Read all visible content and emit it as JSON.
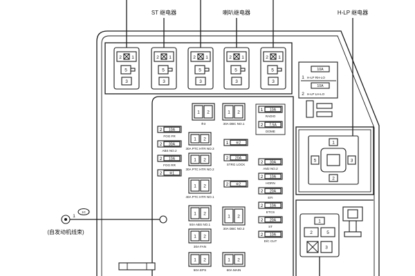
{
  "callouts": {
    "st_relay": "ST 继电器",
    "horn_relay": "喇叭继电器",
    "hlp_relay": "H-LP 继电器",
    "engine_harness": "(自发动机线束)",
    "connector_code": "1C",
    "connector_pin": "1"
  },
  "top_relays": [
    {
      "pins": [
        "2",
        "1",
        "5",
        "3"
      ]
    },
    {
      "pins": [
        "2",
        "1",
        "5",
        "3"
      ]
    },
    {
      "pins": [
        "2",
        "1",
        "5",
        "3"
      ]
    },
    {
      "pins": [
        "2",
        "1",
        "5",
        "3"
      ]
    },
    {
      "pins": [
        "2",
        "1",
        "5",
        "3"
      ]
    }
  ],
  "hlp_fuses": [
    {
      "rating": "10A",
      "pin": "1",
      "name": "H-LP RH-LO"
    },
    {
      "rating": "10A",
      "pin": "2",
      "name": "H-LP LH-LO"
    }
  ],
  "hlp_relay_pins": [
    "1",
    "5",
    "3",
    "2"
  ],
  "lower_relay_pins": [
    "1",
    "2",
    "5",
    "3"
  ],
  "mini_fuses": [
    {
      "pin": "1",
      "rating": "10A",
      "name": "RADIO"
    },
    {
      "pin": "2",
      "rating": "7.5A",
      "name": "DOME"
    },
    {
      "pin": "2",
      "rating": "10A",
      "name": "FOG FR"
    },
    {
      "pin": "2",
      "rating": "30A",
      "name": "ABS NO.2"
    },
    {
      "pin": "2",
      "rating": "10A",
      "name": "FOG RR"
    },
    {
      "pin": "2",
      "rating": "※1"
    },
    {
      "pin": "1",
      "rating": "※2"
    },
    {
      "pin": "2",
      "rating": "20A",
      "name": "STRG LOCK"
    },
    {
      "pin": "2",
      "rating": "※2"
    },
    {
      "pin": "2",
      "rating": "30A",
      "name": "AM2 NO.2"
    },
    {
      "pin": "2",
      "rating": "10A",
      "name": "HORN"
    },
    {
      "pin": "2",
      "rating": "20A",
      "name": "EFI"
    },
    {
      "pin": "2",
      "rating": "10A",
      "name": "ETCS"
    },
    {
      "pin": "2",
      "rating": "20A",
      "name": "ST"
    },
    {
      "pin": "2",
      "rating": "10A",
      "name": "D/C CUT"
    }
  ],
  "cartridge_fuses": [
    {
      "pins": [
        "1",
        "2"
      ],
      "name": "※3"
    },
    {
      "pins": [
        "1",
        "2"
      ],
      "name": "30A DBC NO.1"
    },
    {
      "pins": [
        "1",
        "2"
      ],
      "name": "30A PTC HTR NO.3"
    },
    {
      "pins": [
        "1",
        "2"
      ],
      "name": "30A PTC HTR NO.2"
    },
    {
      "pins": [
        "1",
        "2"
      ],
      "name": "40A PTC HTR NO.1"
    },
    {
      "pins": [
        "1",
        "2"
      ],
      "name": "50A ABS NO.1"
    },
    {
      "pins": [
        "1",
        "2"
      ],
      "name": "30A FAN"
    },
    {
      "pins": [
        "1",
        "2"
      ],
      "name": "50A EPS"
    },
    {
      "pins": [
        "1",
        "2"
      ],
      "name": "30A DBC NO.2"
    },
    {
      "pins": [
        "1",
        "2"
      ],
      "name": "60A MAIN"
    }
  ]
}
